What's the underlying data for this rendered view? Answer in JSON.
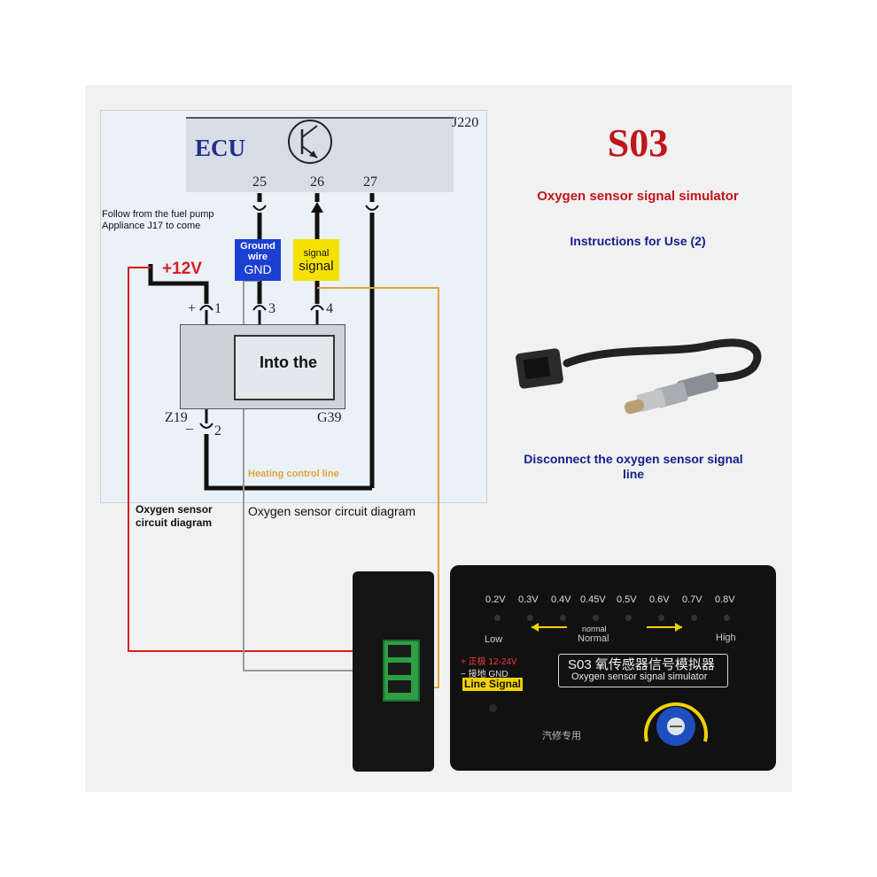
{
  "diagram": {
    "ecu_label": "ECU",
    "ecu_code": "J220",
    "ecu_pins": [
      "25",
      "26",
      "27"
    ],
    "note": "Follow from the fuel pump Appliance J17 to come",
    "plus12": "+12V",
    "ground_tag": {
      "line1": "Ground wire",
      "line2": "GND"
    },
    "signal_tag": {
      "line1": "signal",
      "line2": "signal"
    },
    "sensor_pins": [
      {
        "sign": "+",
        "num": "1"
      },
      {
        "num": "3"
      },
      {
        "num": "4"
      },
      {
        "sign": "_",
        "num": "2"
      }
    ],
    "sensor_inner_text": "Into the",
    "z19": "Z19",
    "g39": "G39",
    "heating_line": "Heating control line",
    "caption_bold": "Oxygen sensor circuit diagram",
    "caption": "Oxygen sensor circuit diagram"
  },
  "product": {
    "title": "S03",
    "subtitle": "Oxygen sensor signal simulator",
    "instructions": "Instructions for Use (2)",
    "disconnect": "Disconnect the oxygen sensor signal line"
  },
  "simulator": {
    "voltages": [
      "0.2V",
      "0.3V",
      "0.4V",
      "0.45V",
      "0.5V",
      "0.6V",
      "0.7V",
      "0.8V"
    ],
    "low": "Low",
    "high": "High",
    "normal_small": "normal",
    "normal": "Normal",
    "plus_label": "+ 正极 12-24V",
    "minus_label": "− 接地 GND",
    "line_signal": "Line Signal",
    "title_cn": "S03 氧传感器信号模拟器",
    "title_en": "Oxygen sensor signal simulator",
    "auto_label": "汽修专用"
  },
  "colors": {
    "red": "#d91d1d",
    "blue": "#1b3fd1",
    "yellow": "#f5e100",
    "title_red": "#c0151b",
    "navy": "#15208a",
    "orange": "#e3a23a"
  }
}
